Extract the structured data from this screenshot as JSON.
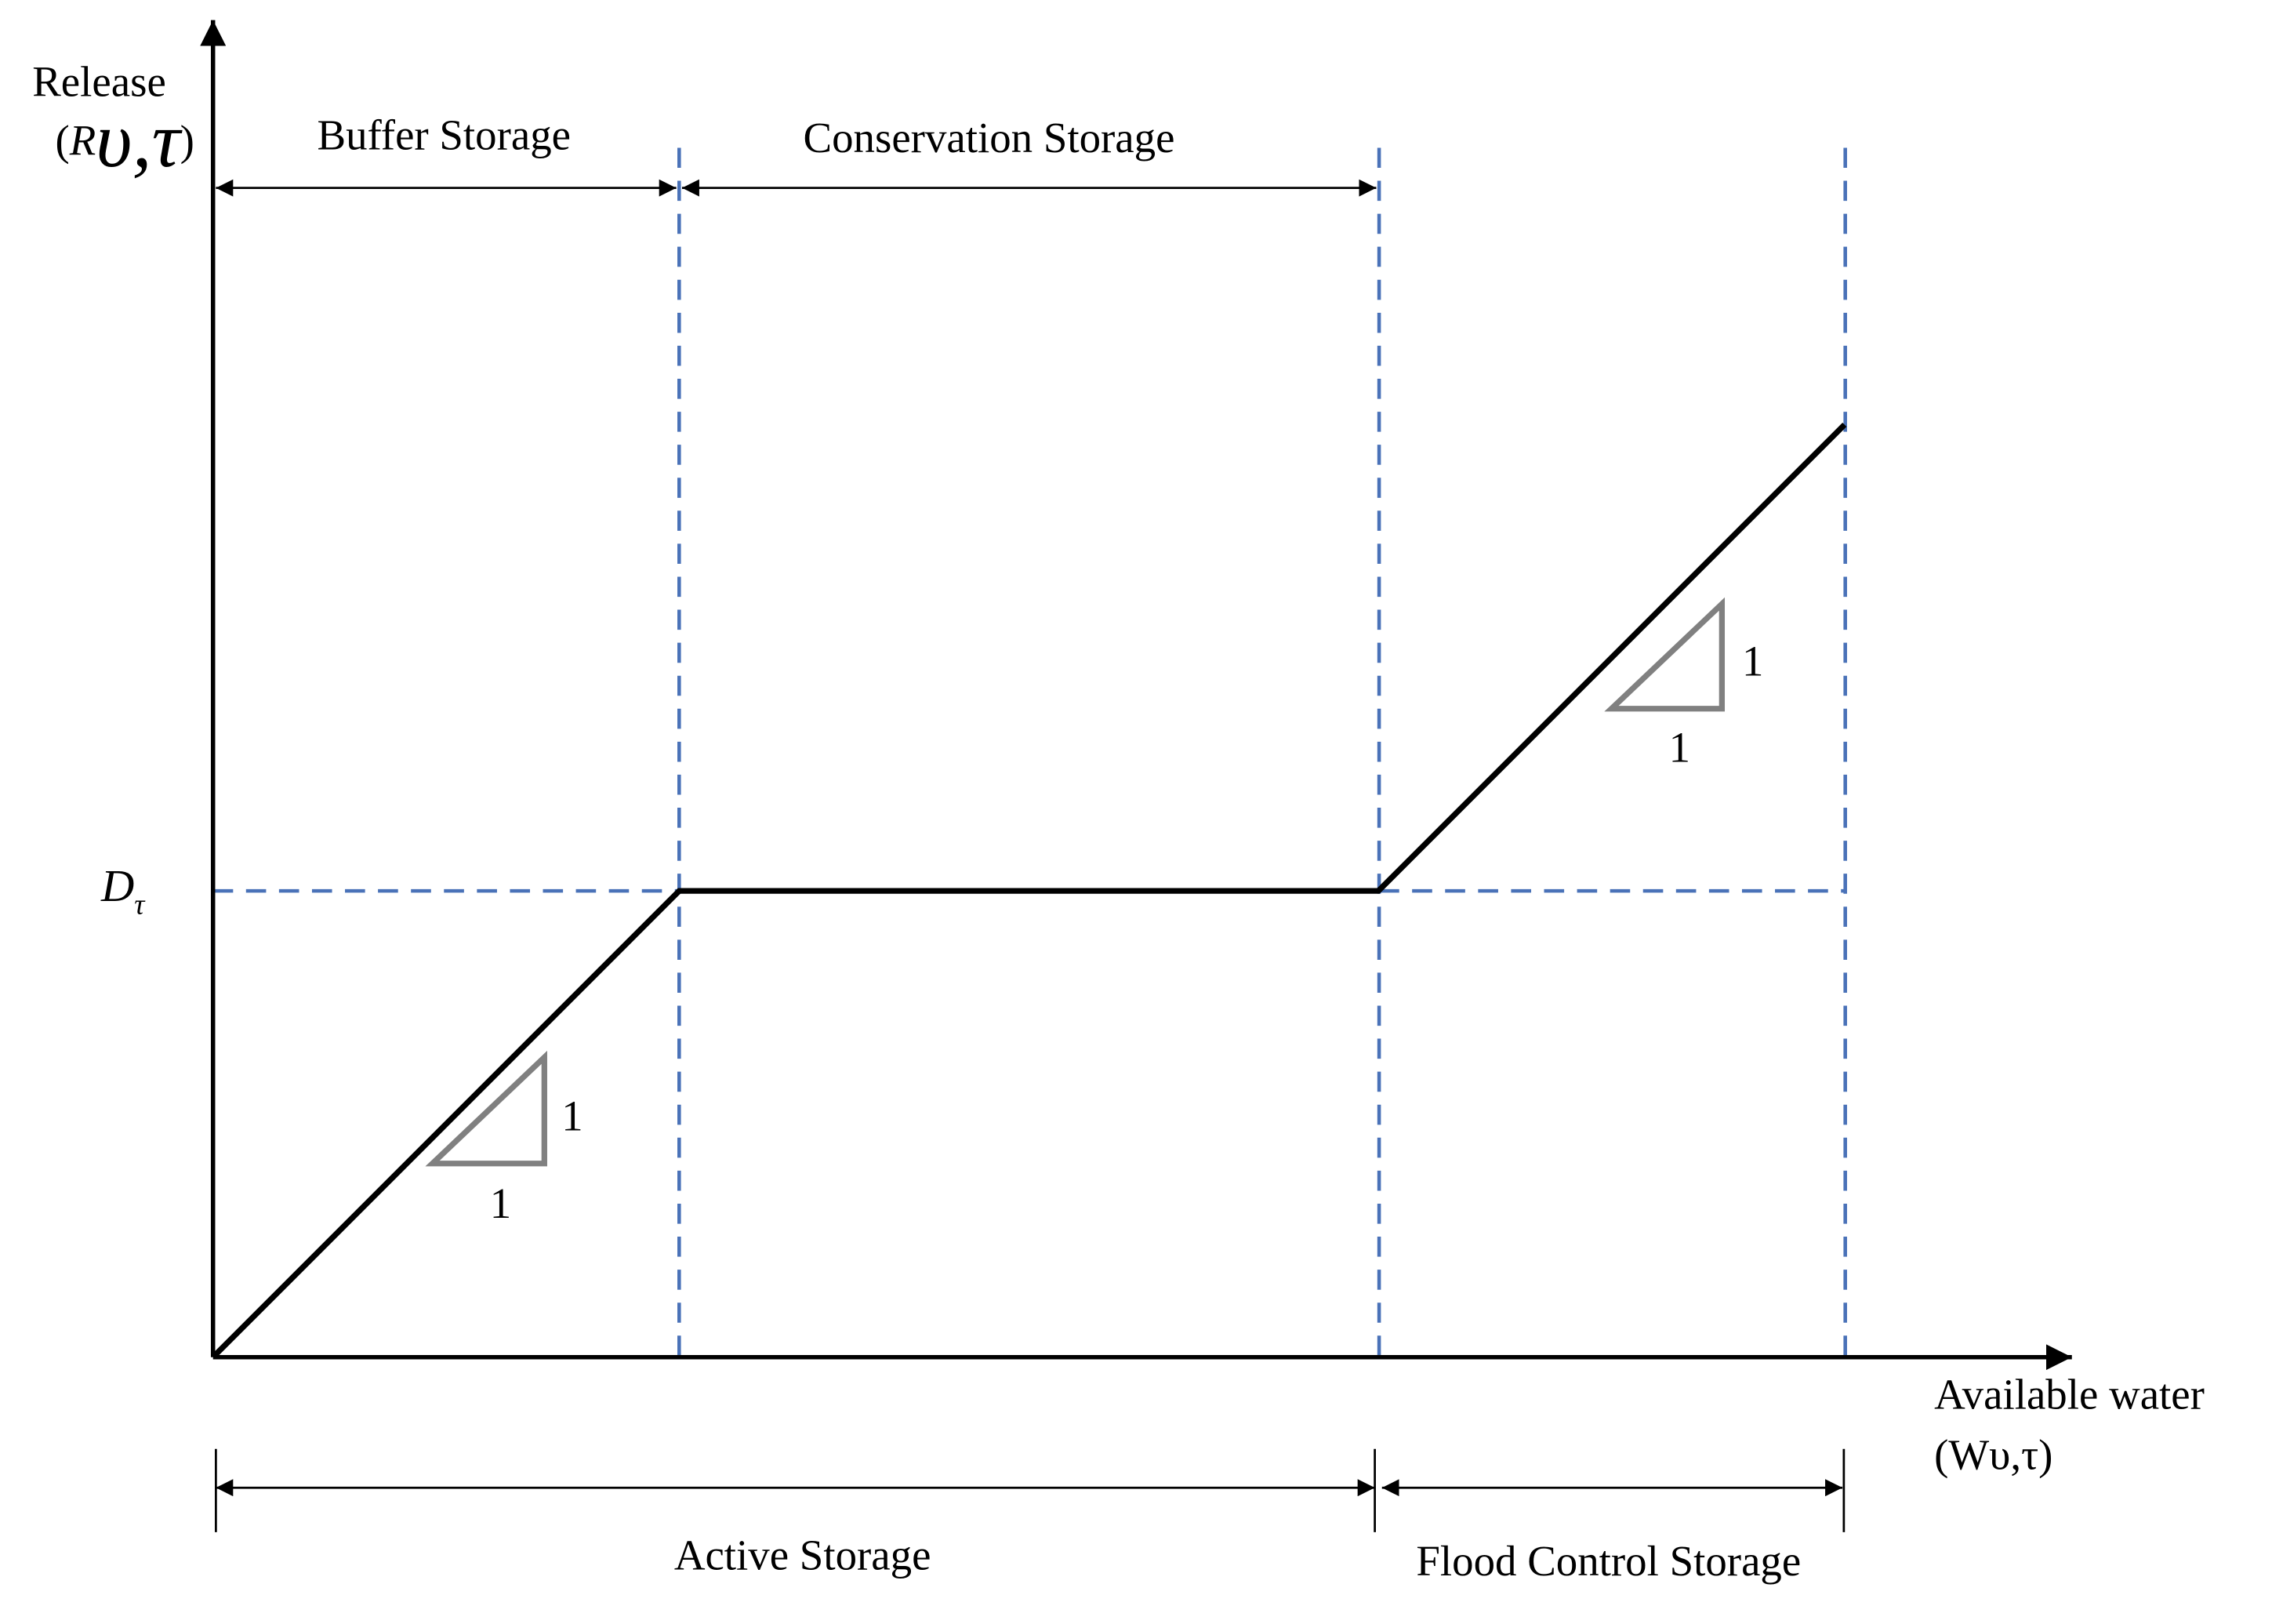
{
  "axes": {
    "y_title": "Release",
    "y_symbol_main": "R",
    "y_symbol_sub": "υ,τ",
    "x_title": "Available water",
    "x_symbol": "(Wυ,τ)"
  },
  "levels": {
    "demand_main": "D",
    "demand_sub": "τ"
  },
  "zones": {
    "buffer": "Buffer Storage",
    "conservation": "Conservation Storage",
    "active": "Active Storage",
    "flood": "Flood Control Storage"
  },
  "slopes": {
    "lower_rise": "1",
    "lower_run": "1",
    "upper_rise": "1",
    "upper_run": "1"
  },
  "colors": {
    "curve": "#000000",
    "guides": "#4a72b8",
    "slope_triangle": "#808080"
  },
  "chart_data": {
    "type": "line",
    "series": [
      {
        "x": [
          0,
          1,
          2.5,
          3.5
        ],
        "y": [
          0,
          1,
          1,
          2
        ]
      }
    ],
    "xlabel": "Available water (Wυ,τ)",
    "ylabel": "Release (Rυ,τ)",
    "y_marked_level": "Dτ"
  }
}
